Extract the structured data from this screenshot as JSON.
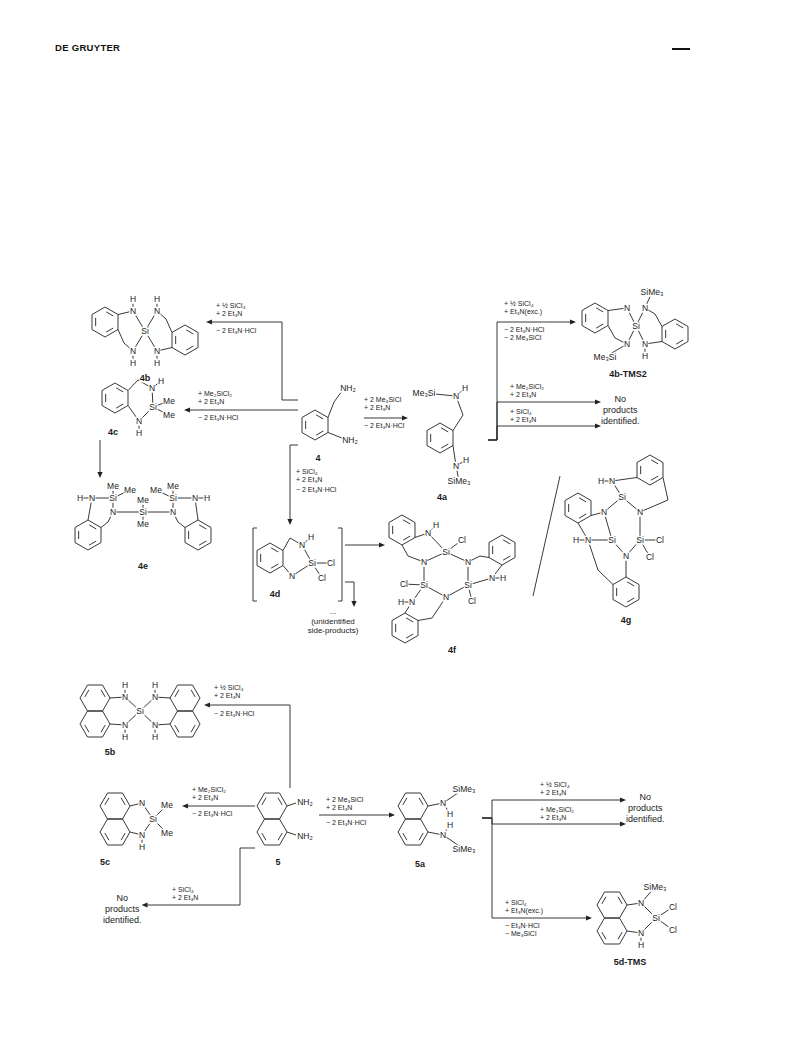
{
  "diagram": {
    "nodes": [
      {
        "text": [
          "H",
          "H",
          "N",
          "N",
          "Si",
          "N",
          "N",
          "H",
          "H",
          "4b"
        ]
      },
      {
        "text": [
          "SiMe₃",
          "N",
          "N",
          "Si",
          "N",
          "N",
          "Me₃Si",
          "H",
          "4b-TMS2"
        ]
      },
      {
        "text": [
          "NH₂",
          "NH₂",
          "4"
        ]
      },
      {
        "text": [
          "Me₃Si",
          "N",
          "H",
          "N",
          "H",
          "SiMe₃",
          "4a"
        ]
      },
      {
        "text": [
          "N",
          "H",
          "Si",
          "Me",
          "Me",
          "N",
          "H",
          "4c"
        ]
      },
      {
        "text": [
          "No products identified."
        ]
      },
      {
        "text": [
          "Me",
          "Me",
          "Me",
          "Me",
          "H",
          "N",
          "Si",
          "Si",
          "N",
          "H",
          "Me",
          "N",
          "Si",
          "N",
          "Me",
          "4e"
        ]
      },
      {
        "text": [
          "H",
          "N",
          "Si",
          "Cl",
          "Cl",
          "N",
          "4d"
        ]
      },
      {
        "text": [
          "H",
          "N",
          "Cl",
          "Si",
          "N",
          "N",
          "N",
          "H",
          "Cl",
          "Si",
          "Si",
          "N",
          "Cl",
          "H",
          "N",
          "4f"
        ]
      },
      {
        "text": [
          "H",
          "N",
          "Si",
          "N",
          "N",
          "H",
          "N",
          "Si",
          "Si",
          "Cl",
          "N",
          "Cl",
          "4g"
        ]
      },
      {
        "text": [
          "...",
          "(unidentified side-products)"
        ]
      },
      {
        "text": [
          "H",
          "H",
          "N",
          "N",
          "Si",
          "N",
          "N",
          "H",
          "H",
          "5b"
        ]
      },
      {
        "text": [
          "N",
          "Me",
          "Si",
          "N",
          "Me",
          "H",
          "5c"
        ]
      },
      {
        "text": [
          "NH₂",
          "NH₂",
          "5"
        ]
      },
      {
        "text": [
          "SiMe₃",
          "N",
          "H",
          "H",
          "N",
          "SiMe₃",
          "5a"
        ]
      },
      {
        "text": [
          "No products identified."
        ]
      },
      {
        "text": [
          "No products identified."
        ]
      },
      {
        "text": [
          "SiMe₃",
          "N",
          "Cl",
          "Si",
          "N",
          "Cl",
          "H",
          "5d-TMS"
        ]
      }
    ],
    "edges": [
      {
        "from": 2,
        "to": 0,
        "arrow": "to",
        "label": "+ ½ SiCl₄ + 2 Et₃N"
      },
      {
        "from": 2,
        "to": 4,
        "arrow": "to",
        "label": "+ Me₂SiCl₂ + 2 Et₃N"
      },
      {
        "from": 2,
        "to": 3,
        "arrow": "to",
        "label": "+ 2 Me₃SiCl + 2 Et₃N"
      },
      {
        "from": 2,
        "to": 7,
        "arrow": "to",
        "label": "+ SiCl₄ + 2 Et₃N"
      },
      {
        "from": 4,
        "to": 6,
        "arrow": "to"
      },
      {
        "from": 3,
        "to": 1,
        "arrow": "to",
        "label": "+ ½ SiCl₄ + Et₃N(exc.)"
      },
      {
        "from": 3,
        "to": 5,
        "arrow": "to",
        "label": "+ Me₂SiCl₂ + 2 Et₃N"
      },
      {
        "from": 3,
        "to": 5,
        "arrow": "to",
        "label": "+ SiCl₄ + 2 Et₃N"
      },
      {
        "from": 7,
        "to": 8,
        "arrow": "to"
      },
      {
        "from": 7,
        "to": 10,
        "arrow": "to"
      },
      {
        "from": 13,
        "to": 11,
        "arrow": "to",
        "label": "+ ½ SiCl₄ + 2 Et₃N"
      },
      {
        "from": 13,
        "to": 12,
        "arrow": "to",
        "label": "+ Me₂SiCl₂ + 2 Et₃N"
      },
      {
        "from": 13,
        "to": 16,
        "arrow": "to",
        "label": "+ SiCl₄ + 2 Et₃N"
      },
      {
        "from": 13,
        "to": 14,
        "arrow": "to",
        "label": "+ 2 Me₃SiCl + 2 Et₃N"
      },
      {
        "from": 14,
        "to": 15,
        "arrow": "to",
        "label": "+ ½ SiCl₄ + 2 Et₃N"
      },
      {
        "from": 14,
        "to": 15,
        "arrow": "to",
        "label": "+ Me₂SiCl₂ + 2 Et₃N"
      },
      {
        "from": 14,
        "to": 17,
        "arrow": "to",
        "label": "+ SiCl₄ + Et₃N(exc.)"
      }
    ],
    "labels": [
      "DE GRUYTER",
      "− 2 Et₃N·HCl",
      "− 2 Et₃N·HCl",
      "− 2 Et₃N·HCl",
      "− 2 Et₃N·HCl",
      "− 2 Et₃N·HCl − 2 Me₃SiCl",
      "− 2 Et₃N·HCl",
      "− 2 Et₃N·HCl",
      "− 2 Et₃N·HCl",
      "− Et₃N·HCl − Me₃SiCl"
    ]
  }
}
